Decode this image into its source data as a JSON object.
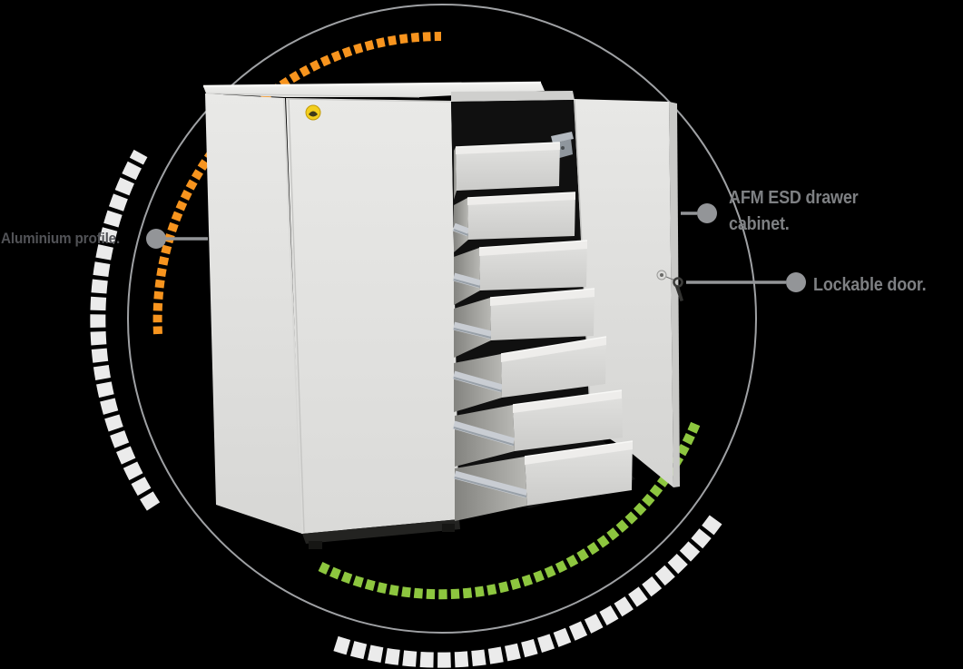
{
  "figure": {
    "product_name": "AFM ESD drawer cabinet",
    "drawer_count": 7,
    "description": "Steel ESD cabinet with open right door, seven pulled-out drawers, decorative dashed ring graphics"
  },
  "callouts": {
    "aluminium_profile": {
      "label": "Aluminium profile."
    },
    "afm_cabinet": {
      "line1": "AFM ESD drawer",
      "line2": "cabinet."
    },
    "lockable_door": {
      "label": "Lockable door."
    }
  },
  "colors": {
    "background": "#000000",
    "ring": "#9FA1A4",
    "orange": "#F7941E",
    "green": "#8DC63F",
    "dash_white": "#EBEBEB",
    "callout": "#939598",
    "text_left": "#515256",
    "text_right": "#7E8083"
  }
}
